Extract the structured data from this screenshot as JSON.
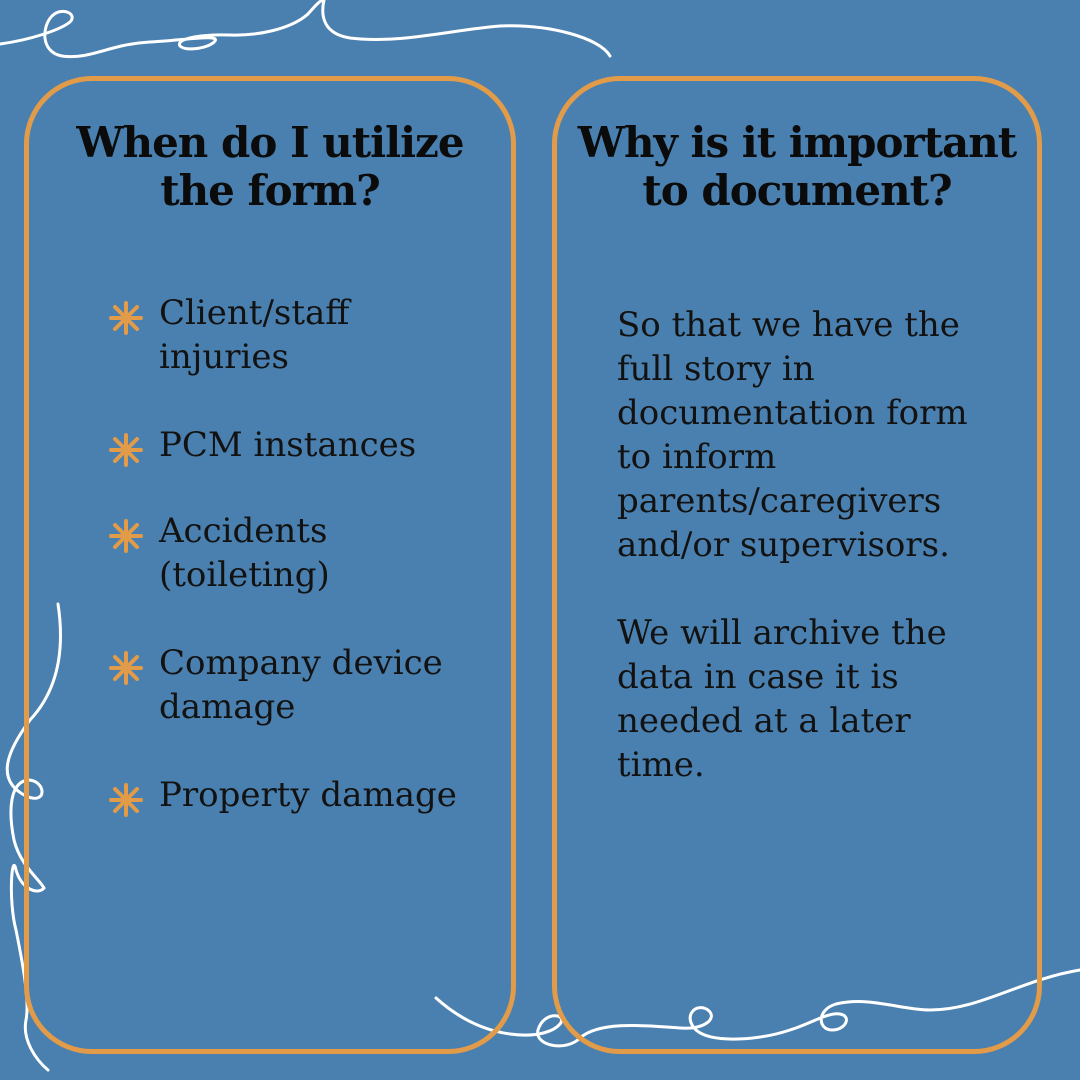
{
  "left_panel": {
    "title_lines": [
      "When do I utilize",
      "the form?"
    ],
    "bullets": [
      " Client/staff injuries",
      "PCM instances",
      "Accidents (toileting)",
      "Company device damage",
      "Property damage"
    ]
  },
  "right_panel": {
    "title_lines": [
      "Why is it important",
      "to document?"
    ],
    "paragraphs": [
      "So that we have the full story in documentation form to inform parents/caregivers and/or supervisors.",
      "We will archive the data in case it is needed at a later time."
    ]
  },
  "colors": {
    "background": "#4a80af",
    "accent": "#e29b48",
    "text": "#121212",
    "decoration": "#ffffff"
  },
  "icons": {
    "bullet": "asterisk-flower-icon",
    "decoration": "curly-line-decoration"
  }
}
